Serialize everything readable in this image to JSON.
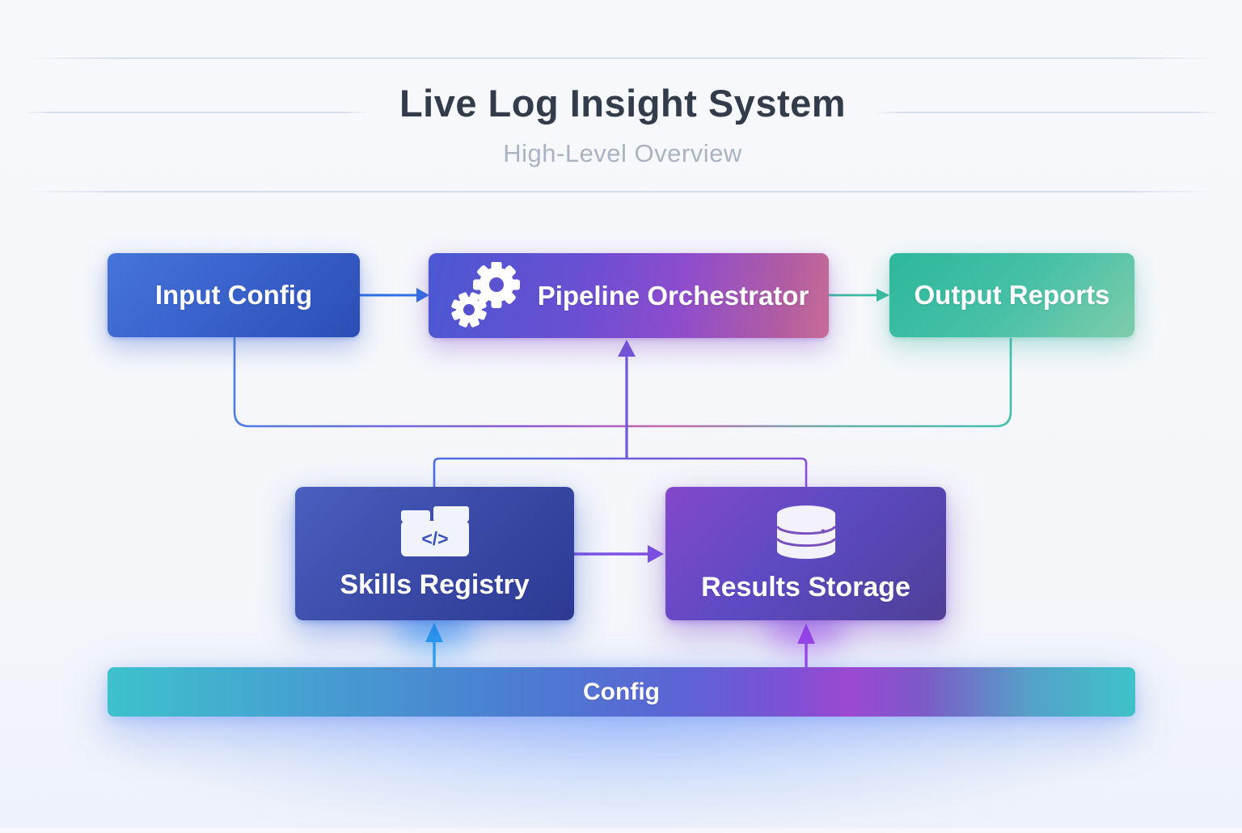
{
  "header": {
    "title": "Live Log Insight System",
    "subtitle": "High-Level Overview"
  },
  "nodes": {
    "input_config": {
      "label": "Input Config"
    },
    "pipeline_orchestrator": {
      "label": "Pipeline Orchestrator",
      "icon": "gears-icon"
    },
    "output_reports": {
      "label": "Output Reports"
    },
    "skills_registry": {
      "label": "Skills Registry",
      "icon": "code-folder-icon",
      "icon_glyph": "</>"
    },
    "results_storage": {
      "label": "Results Storage",
      "icon": "database-icon"
    },
    "config": {
      "label": "Config"
    }
  },
  "edges": [
    {
      "from": "Input Config",
      "to": "Pipeline Orchestrator",
      "type": "arrow-right",
      "color": "#2f6fe3"
    },
    {
      "from": "Pipeline Orchestrator",
      "to": "Output Reports",
      "type": "arrow-right",
      "color": "#3bbaa1"
    },
    {
      "from": "Input Config",
      "to": "Output Reports",
      "type": "elbow-feedback-line",
      "color": "blue-purple-pink-teal gradient"
    },
    {
      "from": "Skills Registry / Results Storage bus",
      "to": "Pipeline Orchestrator",
      "type": "arrow-up",
      "color": "#7157da"
    },
    {
      "from": "Skills Registry",
      "to": "Results Storage",
      "type": "arrow-right",
      "color": "#7c52e0"
    },
    {
      "from": "Config",
      "to": "Skills Registry",
      "type": "arrow-up",
      "color": "#2aa1f1"
    },
    {
      "from": "Config",
      "to": "Results Storage",
      "type": "arrow-up",
      "color": "#9b45ec"
    }
  ],
  "colors": {
    "title_text": "#333c4b",
    "subtitle_text": "#a9b3c1",
    "input_box_blue": "#3a63cc",
    "pipeline_purple": "#8d4cce",
    "pipeline_pink_edge": "#c76b95",
    "output_teal": "#2db79c",
    "skills_indigo": "#3a4aa6",
    "results_violet": "#5c4ac2",
    "config_bar_teal": "#3dc2cc",
    "config_bar_purple": "#9c48d2"
  }
}
